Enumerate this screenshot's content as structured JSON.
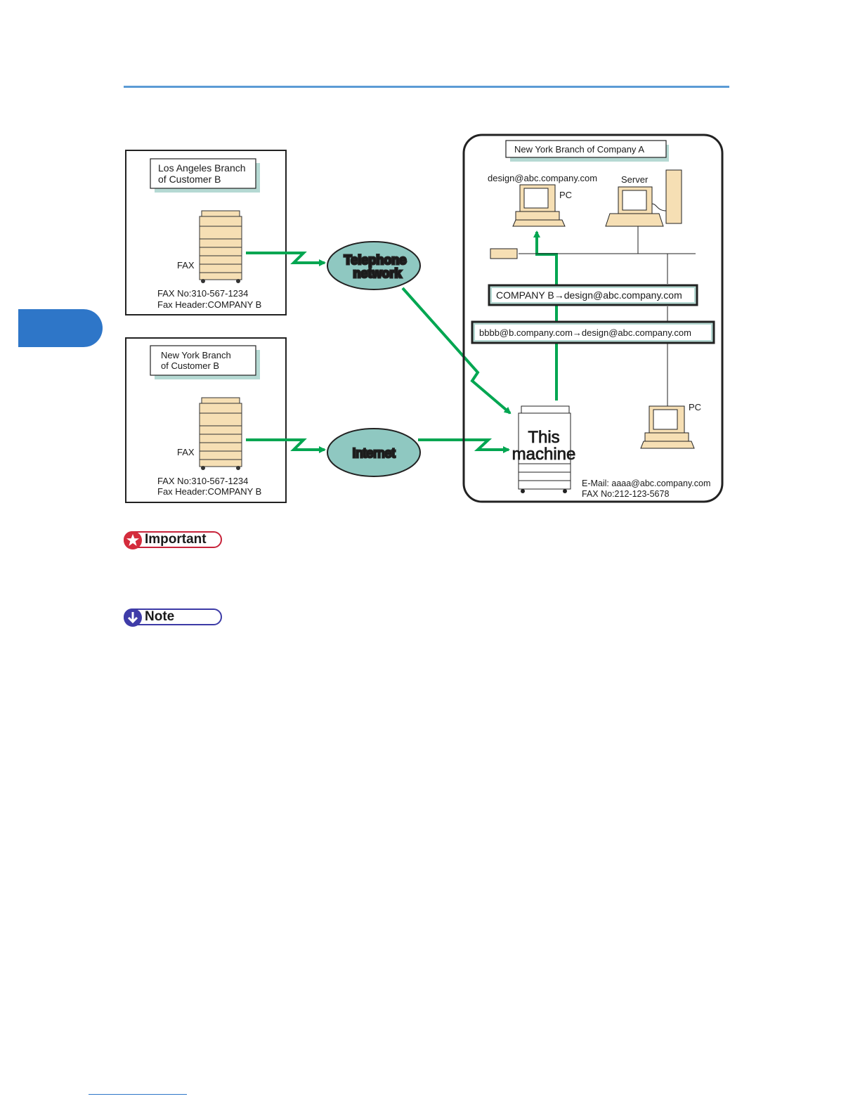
{
  "diagram": {
    "la_branch": {
      "title_line1": "Los Angeles Branch",
      "title_line2": "of Customer B",
      "device_label": "FAX",
      "fax_no": "FAX No:310-567-1234",
      "fax_header": "Fax Header:COMPANY B"
    },
    "ny_customer": {
      "title_line1": "New York Branch",
      "title_line2": "of Customer B",
      "device_label": "FAX",
      "fax_no": "FAX No:310-567-1234",
      "fax_header": "Fax Header:COMPANY B"
    },
    "telephone_line1": "Telephone",
    "telephone_line2": "network",
    "internet": "Internet",
    "company_a": {
      "title": "New York Branch of Company A",
      "design_email": "design@abc.company.com",
      "pc_label_top": "PC",
      "server_label": "Server",
      "route_fax": "COMPANY B→design@abc.company.com",
      "route_email": "bbbb@b.company.com→design@abc.company.com",
      "pc_label_bottom": "PC",
      "machine_line1": "This",
      "machine_line2": "machine",
      "email_label": "E-Mail:  aaaa@abc.company.com",
      "fax_label": "FAX No:212-123-5678"
    }
  },
  "important_label": "Important",
  "note_label": "Note",
  "colors": {
    "rule": "#5b9bd5",
    "arrow": "#00a651",
    "bubble": "#8fc8c1",
    "fax_body": "#f6dfb4",
    "shadow": "#b5d9d3"
  }
}
